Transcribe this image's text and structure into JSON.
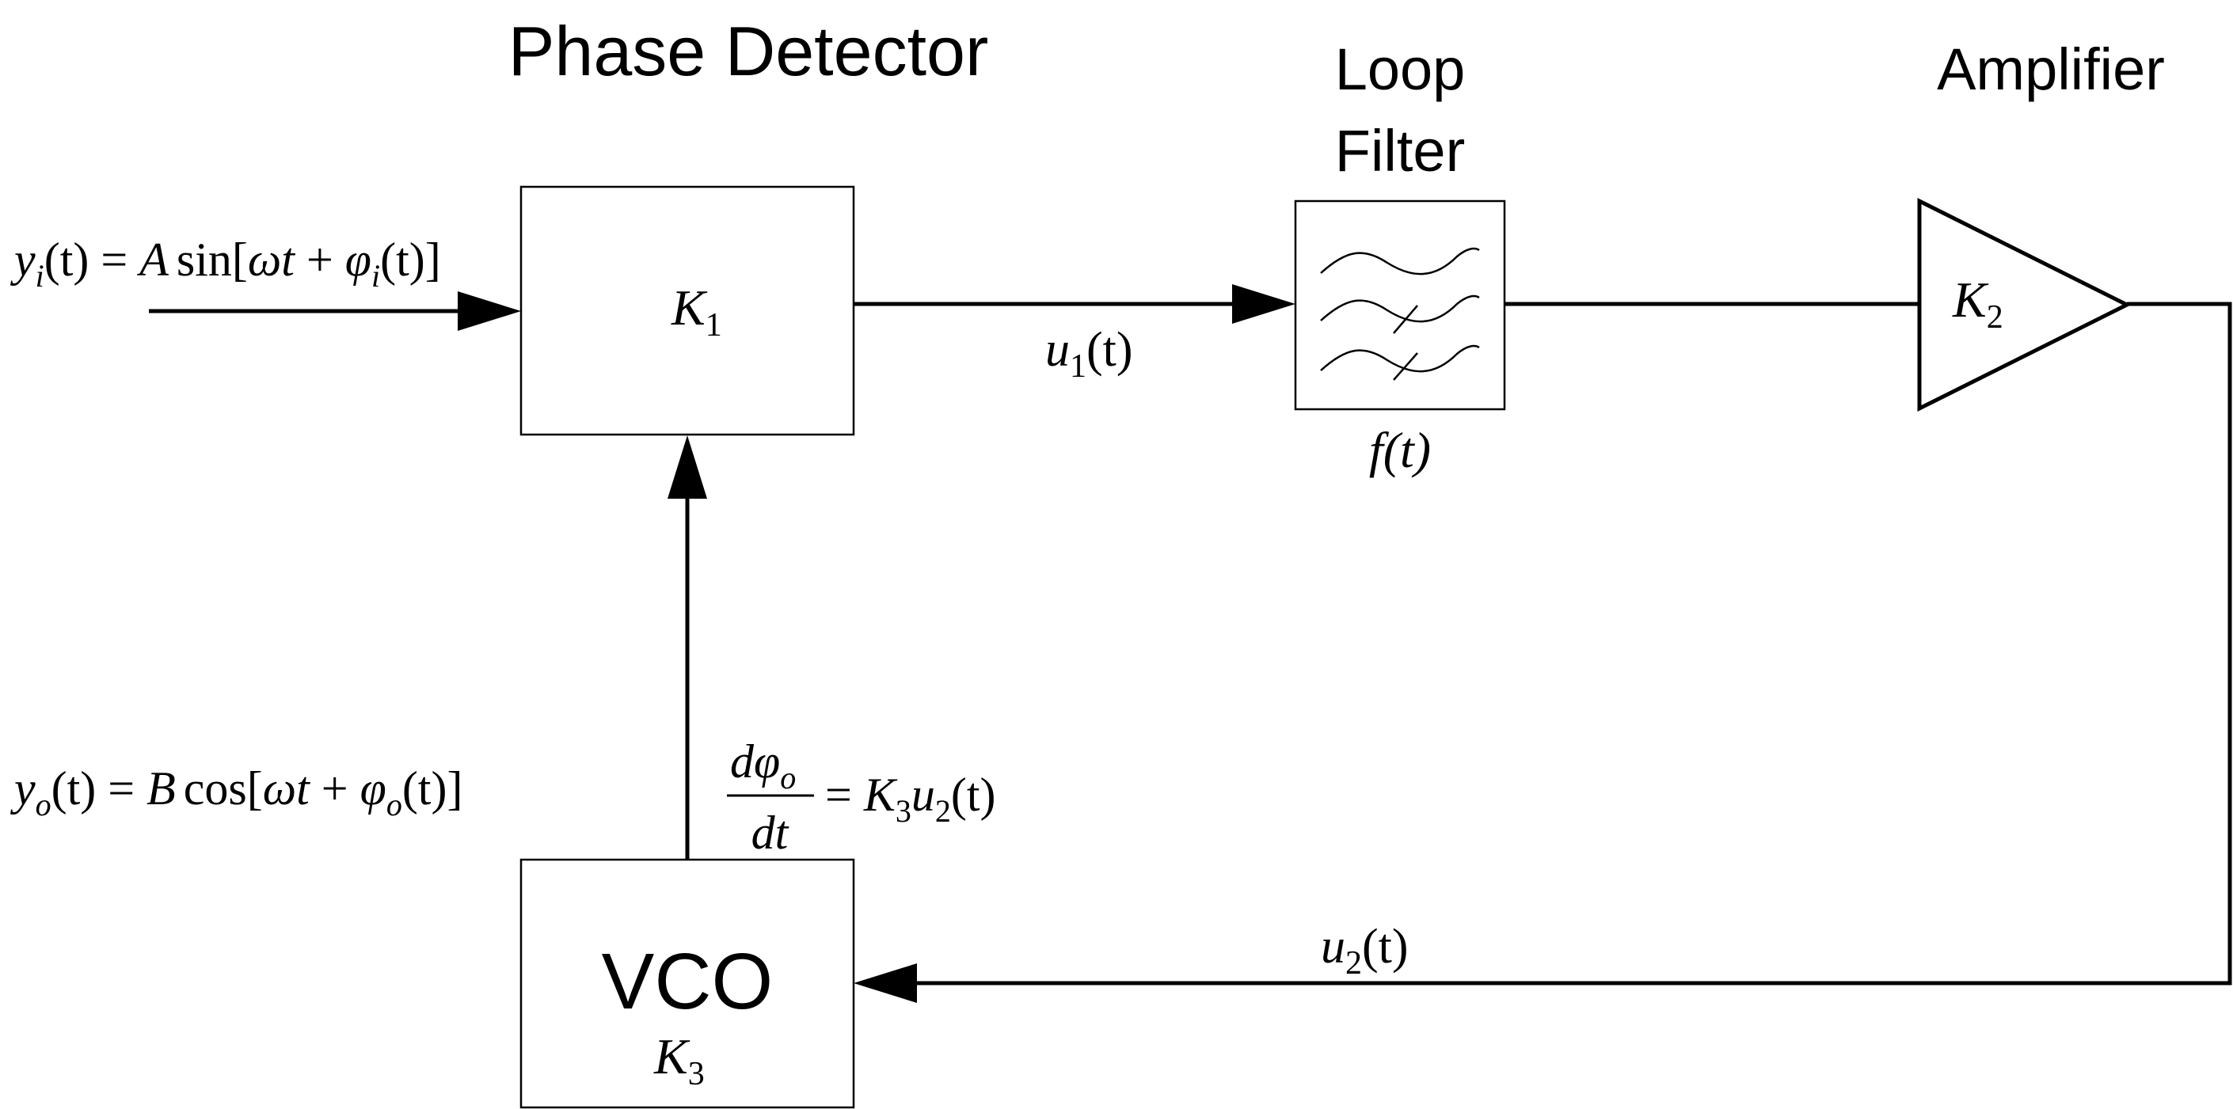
{
  "blocks": {
    "phase_detector": {
      "title": "Phase Detector",
      "gain": "K",
      "gain_sub": "1"
    },
    "loop_filter": {
      "title_line1": "Loop",
      "title_line2": "Filter",
      "response": "f(t)"
    },
    "amplifier": {
      "title": "Amplifier",
      "gain": "K",
      "gain_sub": "2"
    },
    "vco": {
      "title": "VCO",
      "gain": "K",
      "gain_sub": "3"
    }
  },
  "signals": {
    "input": {
      "y": "y",
      "y_sub": "i",
      "lhs_rest": "(t) = ",
      "amp": "A",
      "func": "sin[",
      "omega": "ωt",
      "plus": " + ",
      "phi": "φ",
      "phi_sub": "i",
      "tail": "(t)]"
    },
    "output": {
      "y": "y",
      "y_sub": "o",
      "lhs_rest": "(t) = ",
      "amp": "B",
      "func": "cos[",
      "omega": "ωt",
      "plus": " + ",
      "phi": "φ",
      "phi_sub": "o",
      "tail": "(t)]"
    },
    "u1": {
      "var": "u",
      "sub": "1",
      "arg": "(t)"
    },
    "u2": {
      "var": "u",
      "sub": "2",
      "arg": "(t)"
    },
    "vco_law": {
      "num_d": "d",
      "num_phi": "φ",
      "num_sub": "o",
      "den": "dt",
      "rhs_eq": "= ",
      "rhs_k": "K",
      "rhs_k_sub": "3",
      "rhs_u": "u",
      "rhs_u_sub": "2",
      "rhs_arg": "(t)"
    }
  }
}
